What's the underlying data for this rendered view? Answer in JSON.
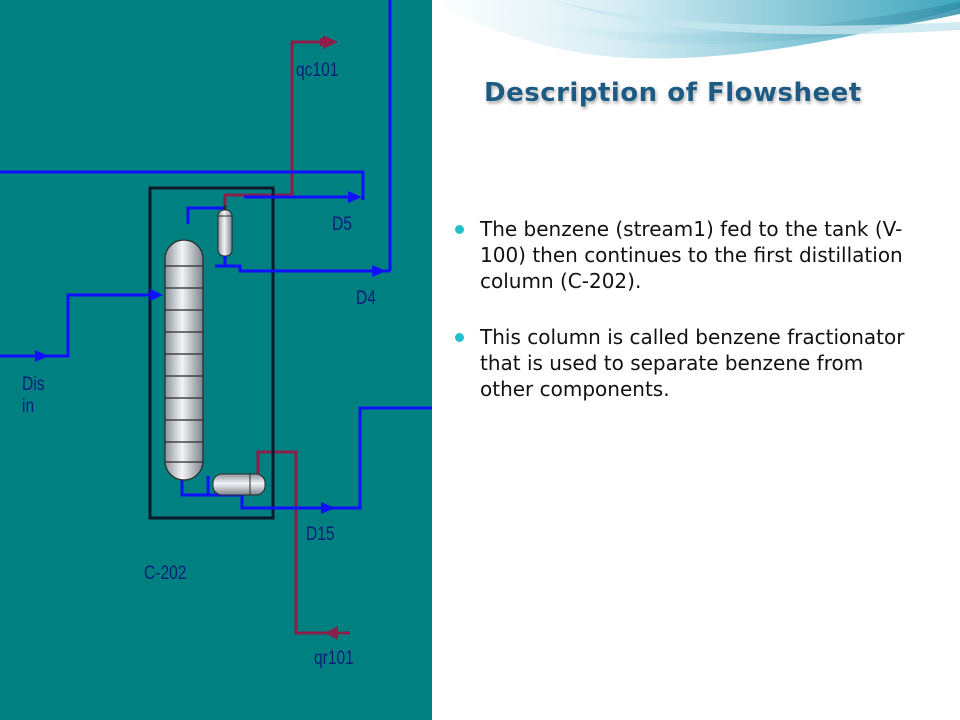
{
  "diagram": {
    "labels": {
      "qc101": "qc101",
      "d5": "D5",
      "d4": "D4",
      "dis_in": "Dis\nin",
      "d15": "D15",
      "c202": "C-202",
      "qr101": "qr101"
    },
    "colors": {
      "background": "#008080",
      "material_stream": "#1010ff",
      "energy_stream": "#8b1f4a",
      "vessel": "#dfe3e8"
    }
  },
  "slide": {
    "title": "Description of Flowsheet",
    "bullets": [
      "The benzene (stream1) fed to the tank (V-100) then continues to the first distillation column (C-202).",
      "This column is called benzene fractionator that is used to separate benzene from other components."
    ],
    "colors": {
      "title": "#1d5b82",
      "bullet_dot": "#22bfcf"
    }
  }
}
